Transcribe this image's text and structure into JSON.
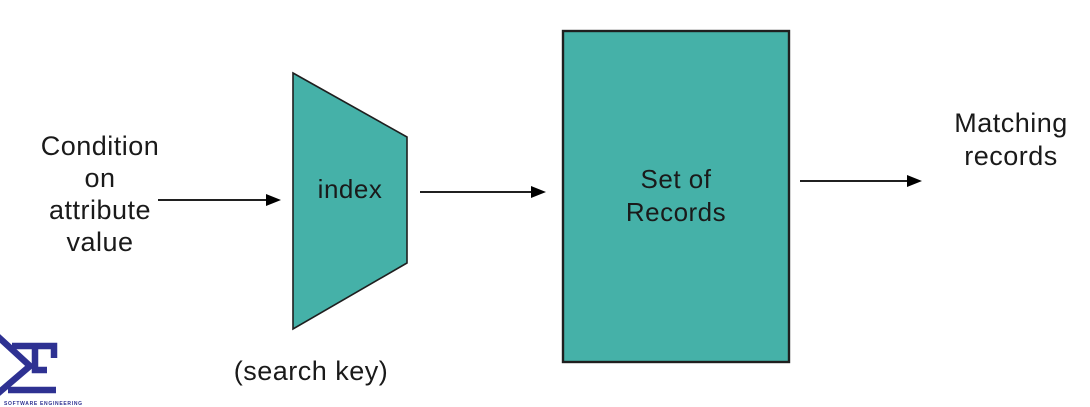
{
  "diagram": {
    "input_label": "Condition\non\nattribute\nvalue",
    "index_label": "index",
    "search_key_label": "(search key)",
    "records_label": "Set of\nRecords",
    "output_label": "Matching\nrecords",
    "logo_caption": "SOFTWARE ENGINEERING"
  },
  "colors": {
    "shape_fill": "#45B1A8",
    "shape_border": "#1F1F1F",
    "arrow": "#000000",
    "text": "#1A1A1A",
    "logo": "#2E3192"
  }
}
